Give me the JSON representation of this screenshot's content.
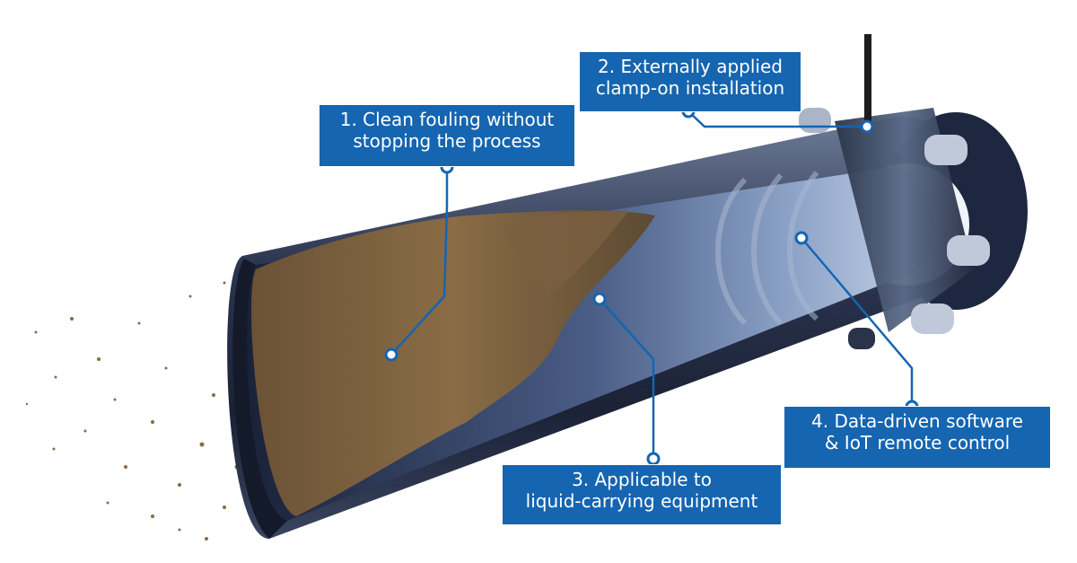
{
  "callouts": [
    {
      "id": 1,
      "lines": [
        "1. Clean fouling without",
        "stopping the process"
      ]
    },
    {
      "id": 2,
      "lines": [
        "2. Externally applied",
        "clamp-on installation"
      ]
    },
    {
      "id": 3,
      "lines": [
        "3. Applicable to",
        "liquid-carrying equipment"
      ]
    },
    {
      "id": 4,
      "lines": [
        "4. Data-driven software",
        "& IoT remote control"
      ]
    }
  ],
  "colors": {
    "callout_blue": "#1565b0",
    "pipe_steel": "#3b4660",
    "fouling_brown": "#7a6040",
    "connector_line": "#1565b0"
  },
  "illustration": {
    "subject": "pipe-cutaway-with-fouling",
    "transducer_icon": "ultrasonic-transducer-icon"
  }
}
